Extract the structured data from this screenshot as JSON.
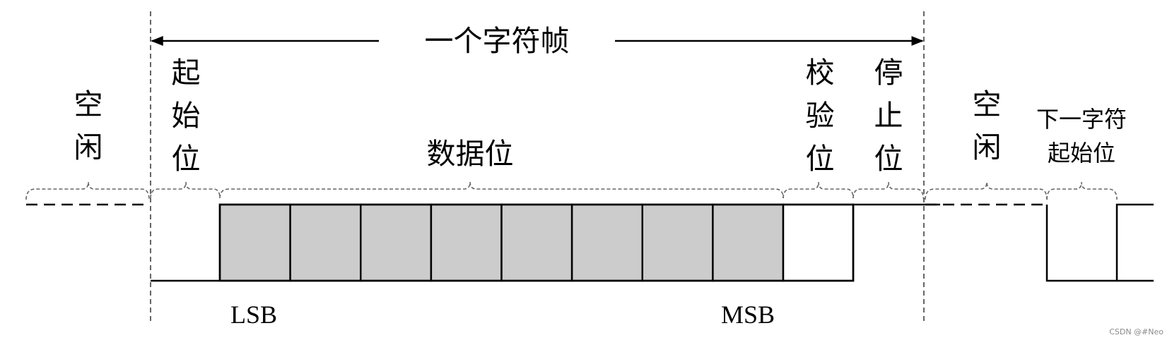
{
  "frame_label": "一个字符帧",
  "idle_left": [
    "空",
    "闲"
  ],
  "start_bit": [
    "起",
    "始",
    "位"
  ],
  "data_bits": "数据位",
  "parity_bit": [
    "校",
    "验",
    "位"
  ],
  "stop_bit": [
    "停",
    "止",
    "位"
  ],
  "idle_right": [
    "空",
    "闲"
  ],
  "next_start": [
    "下一字符",
    "起始位"
  ],
  "lsb": "LSB",
  "msb": "MSB",
  "watermark": "CSDN @#Neo",
  "data_bit_count": 8,
  "colors": {
    "line": "#000000",
    "data_fill": "#cccccc",
    "brace": "#666666"
  }
}
